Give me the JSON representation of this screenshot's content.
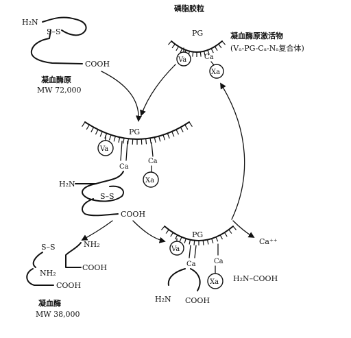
{
  "prothrombin": {
    "n_term": "H₂N",
    "disulfide": "S–S",
    "c_term": "COOH",
    "name": "凝血酶原",
    "mw": "MW 72,000"
  },
  "phospholipid": {
    "name": "磷脂胶粒",
    "pg": "PG",
    "va": "Va",
    "ca": "Ca",
    "xa": "Xa"
  },
  "activator": {
    "name": "凝血酶原激活物",
    "formula": "(Vₐ-PG-Cₐ-Nₐ复合体)"
  },
  "bound": {
    "pg": "PG",
    "va": "Va",
    "ca1": "Ca",
    "ca2": "Ca",
    "xa": "Xa",
    "n_term": "H₂N",
    "disulfide": "S–S",
    "c_term": "COOH"
  },
  "thrombin": {
    "disulfide": "S–S",
    "nh2_a": "NH₂",
    "nh2_b": "NH₂",
    "cooh_a": "COOH",
    "cooh_b": "COOH",
    "name": "凝血酶",
    "mw": "MW 38,000"
  },
  "product": {
    "pg": "PG",
    "va": "Va",
    "ca1": "Ca",
    "ca2": "Ca",
    "xa": "Xa",
    "n_term": "H₂N",
    "c_term": "COOH"
  },
  "fragment": "H₂N–COOH",
  "calcium_ion": "Ca⁺⁺"
}
